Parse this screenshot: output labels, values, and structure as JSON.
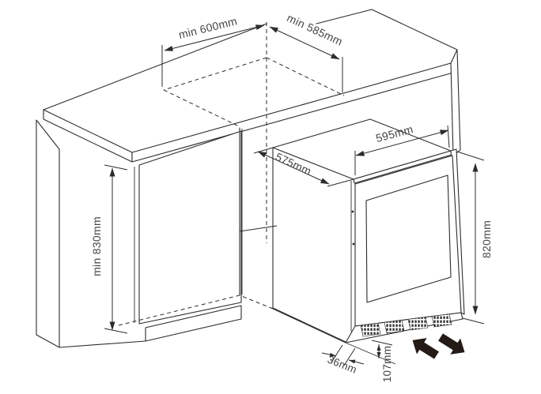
{
  "diagram": {
    "dimensions": {
      "niche_width": "min 600mm",
      "niche_depth": "min 585mm",
      "appliance_width": "595mm",
      "appliance_depth": "575mm",
      "niche_height": "min 830mm",
      "appliance_height": "820mm",
      "front_clearance": "36mm",
      "vent_height": "107mm"
    },
    "colors": {
      "line": "#2b2c2e",
      "text": "#454545",
      "arrow_fill": "#241b17",
      "background": "#ffffff"
    },
    "icons": {
      "airflow": "airflow-direction-arrows"
    }
  }
}
